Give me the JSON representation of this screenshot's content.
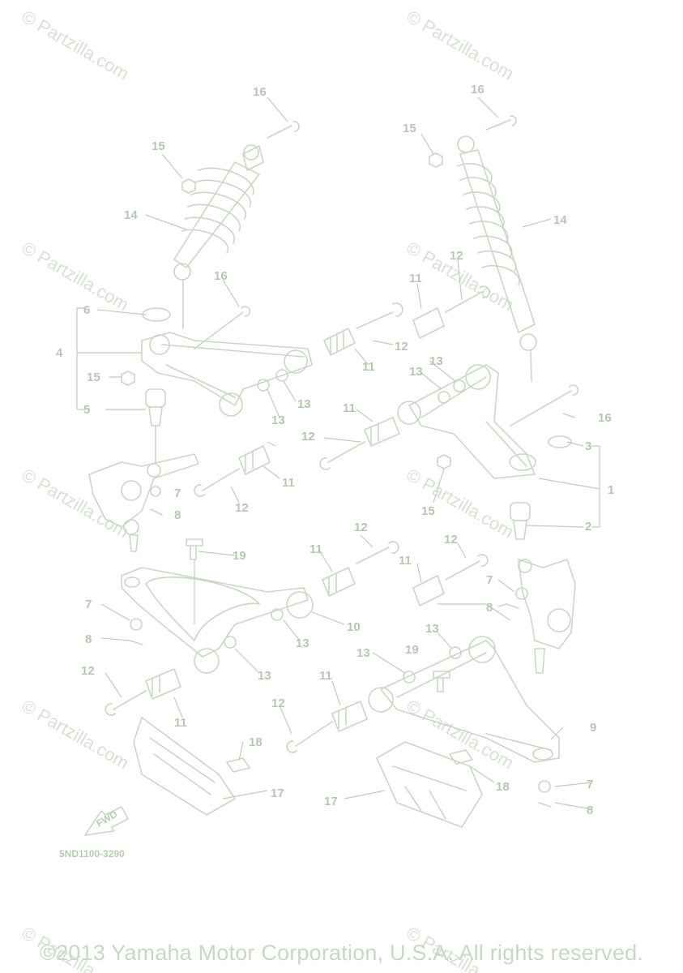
{
  "diagram": {
    "code": "5ND1100-3290",
    "fwd_label": "FWD",
    "watermark": "© Partzilla.com",
    "copyright": "©2013 Yamaha Motor Corporation, U.S.A. All rights reserved.",
    "callouts": [
      {
        "id": "c16a",
        "text": "16"
      },
      {
        "id": "c15a",
        "text": "15"
      },
      {
        "id": "c14a",
        "text": "14"
      },
      {
        "id": "c16b",
        "text": "16"
      },
      {
        "id": "c6",
        "text": "6"
      },
      {
        "id": "c4",
        "text": "4"
      },
      {
        "id": "c15b",
        "text": "15"
      },
      {
        "id": "c5",
        "text": "5"
      },
      {
        "id": "c11a",
        "text": "11"
      },
      {
        "id": "c12a",
        "text": "12"
      },
      {
        "id": "c13a",
        "text": "13"
      },
      {
        "id": "c13b",
        "text": "13"
      },
      {
        "id": "c11b",
        "text": "11"
      },
      {
        "id": "c12b",
        "text": "12"
      },
      {
        "id": "c7a",
        "text": "7"
      },
      {
        "id": "c8a",
        "text": "8"
      },
      {
        "id": "c16c",
        "text": "16"
      },
      {
        "id": "c15c",
        "text": "15"
      },
      {
        "id": "c14b",
        "text": "14"
      },
      {
        "id": "c12c",
        "text": "12"
      },
      {
        "id": "c11c",
        "text": "11"
      },
      {
        "id": "c12d",
        "text": "12"
      },
      {
        "id": "c13c",
        "text": "13"
      },
      {
        "id": "c13d",
        "text": "13"
      },
      {
        "id": "c11d",
        "text": "11"
      },
      {
        "id": "c12e",
        "text": "12"
      },
      {
        "id": "c16d",
        "text": "16"
      },
      {
        "id": "c3",
        "text": "3"
      },
      {
        "id": "c1",
        "text": "1"
      },
      {
        "id": "c15d",
        "text": "15"
      },
      {
        "id": "c2",
        "text": "2"
      },
      {
        "id": "c19a",
        "text": "19"
      },
      {
        "id": "c12f",
        "text": "12"
      },
      {
        "id": "c11e",
        "text": "11"
      },
      {
        "id": "c10",
        "text": "10"
      },
      {
        "id": "c7b",
        "text": "7"
      },
      {
        "id": "c8b",
        "text": "8"
      },
      {
        "id": "c13e",
        "text": "13"
      },
      {
        "id": "c13f",
        "text": "13"
      },
      {
        "id": "c12g",
        "text": "12"
      },
      {
        "id": "c11f",
        "text": "11"
      },
      {
        "id": "c18a",
        "text": "18"
      },
      {
        "id": "c17a",
        "text": "17"
      },
      {
        "id": "c12h",
        "text": "12"
      },
      {
        "id": "c11g",
        "text": "11"
      },
      {
        "id": "c7c",
        "text": "7"
      },
      {
        "id": "c8c",
        "text": "8"
      },
      {
        "id": "c13g",
        "text": "13"
      },
      {
        "id": "c19b",
        "text": "19"
      },
      {
        "id": "c13h",
        "text": "13"
      },
      {
        "id": "c11h",
        "text": "11"
      },
      {
        "id": "c12i",
        "text": "12"
      },
      {
        "id": "c9",
        "text": "9"
      },
      {
        "id": "c17b",
        "text": "17"
      },
      {
        "id": "c18b",
        "text": "18"
      },
      {
        "id": "c7d",
        "text": "7"
      },
      {
        "id": "c8d",
        "text": "8"
      }
    ]
  }
}
